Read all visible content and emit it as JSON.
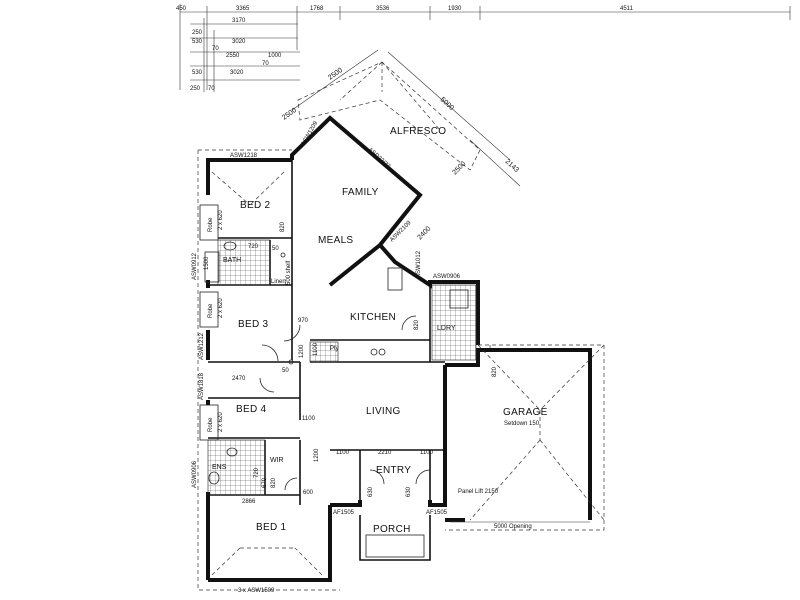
{
  "dimensions_top": [
    "450",
    "3365",
    "1768",
    "3536",
    "1930",
    "4511"
  ],
  "dimensions_left_stack": {
    "row1": "3170",
    "row2a": "250",
    "row2b": "530",
    "row2c": "3020",
    "row3a": "70",
    "row3b": "2550",
    "row3c": "1000",
    "row4a": "70",
    "row4b": "530",
    "row4c": "3020",
    "row5a": "250",
    "row5b": "70"
  },
  "rooms": {
    "alfresco": "ALFRESCO",
    "family": "FAMILY",
    "meals": "MEALS",
    "kitchen": "KITCHEN",
    "living": "LIVING",
    "entry": "ENTRY",
    "porch": "PORCH",
    "garage": "GARAGE",
    "garage_setdown": "Setdown 150",
    "bed1": "BED 1",
    "bed2": "BED 2",
    "bed3": "BED 3",
    "bed4": "BED 4",
    "bath": "BATH",
    "ens": "ENS",
    "wir": "WIR",
    "ldry": "LDRY",
    "linen": "Linen",
    "robe": "Robe",
    "pantry": "Pty"
  },
  "windows": {
    "bed2_top": "ASW1218",
    "family_diag": "ASW1209",
    "family_diag2": "ASD22/27",
    "kitchen_diag": "ASW2109",
    "kitchen_w": "ASW1012",
    "ldry_w": "ASW0906",
    "bed2_side": "ASW0912",
    "bed3_side": "ASW1212",
    "bed4_side": "ASW1818",
    "ens_side": "ASW0906",
    "entry_left": "AF1505",
    "entry_right": "AF1505",
    "bed1_bottom": "3 x ASW1509"
  },
  "measures": {
    "alfresco_a": "2500",
    "alfresco_b": "2500",
    "alfresco_c": "5000",
    "alfresco_d": "2143",
    "alfresco_e": "2500",
    "alfresco_f": "2400",
    "robe": "2 x 620",
    "shelf": "500 shelf",
    "d820a": "820",
    "d720": "720",
    "d50a": "50",
    "d50b": "50",
    "d970": "970",
    "d1200a": "1200",
    "d1200b": "1200",
    "d1100a": "1100",
    "d1100b": "1100",
    "d1100c": "1100",
    "d1100d": "1100",
    "d2210": "2210",
    "d2470": "2470",
    "d2866": "2866",
    "d820b": "820",
    "d820c": "820",
    "d820d": "820",
    "d720b": "720",
    "d670": "670",
    "d600": "600",
    "d1500": "1500",
    "d630a": "630",
    "d630b": "630",
    "panel_lift": "Panel Lift 2150",
    "opening": "5000 Opening"
  }
}
